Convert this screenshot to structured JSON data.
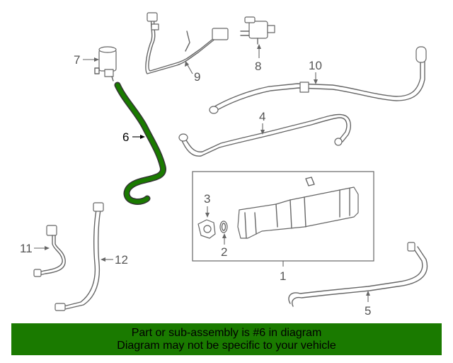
{
  "callouts": {
    "c1": "1",
    "c2": "2",
    "c3": "3",
    "c4": "4",
    "c5": "5",
    "c6": "6",
    "c7": "7",
    "c8": "8",
    "c9": "9",
    "c10": "10",
    "c11": "11",
    "c12": "12"
  },
  "highlight": {
    "part": "6",
    "color": "#1a7a00"
  },
  "banner": {
    "line1": "Part or sub-assembly is #6 in diagram",
    "line2": "Diagram may not be specific to your vehicle",
    "background": "#1a7a00"
  }
}
